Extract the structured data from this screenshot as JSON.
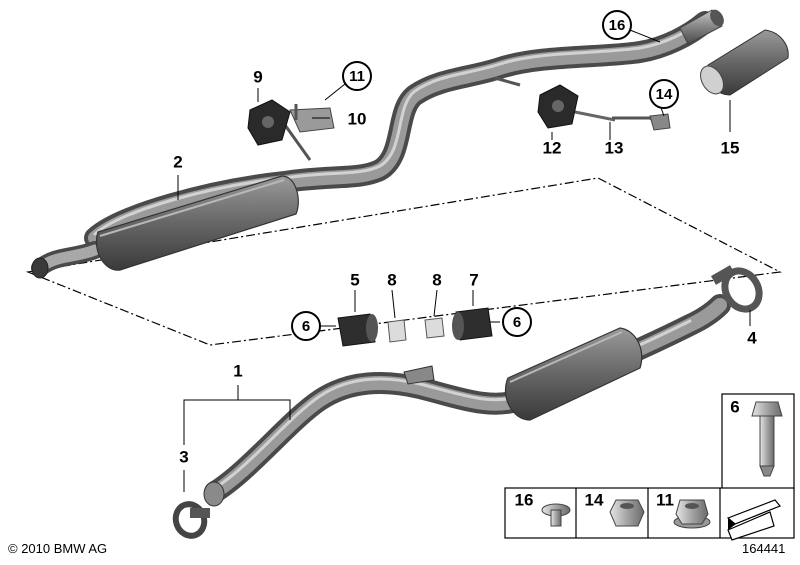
{
  "callouts": {
    "c1": "1",
    "c2": "2",
    "c3": "3",
    "c4": "4",
    "c5": "5",
    "c6a": "6",
    "c6b": "6",
    "c7": "7",
    "c8a": "8",
    "c8b": "8",
    "c9": "9",
    "c10": "10",
    "c11": "11",
    "c12": "12",
    "c13": "13",
    "c14": "14",
    "c15": "15",
    "c16": "16"
  },
  "legend": {
    "p6": "6",
    "p16": "16",
    "p14": "14",
    "p11": "11"
  },
  "footer": {
    "copyright": "© 2010 BMW AG",
    "image_number": "164441"
  },
  "colors": {
    "pipe": "#7c7c7c",
    "muffler": "#5f5f5f",
    "rubber": "#2b2b2b"
  }
}
